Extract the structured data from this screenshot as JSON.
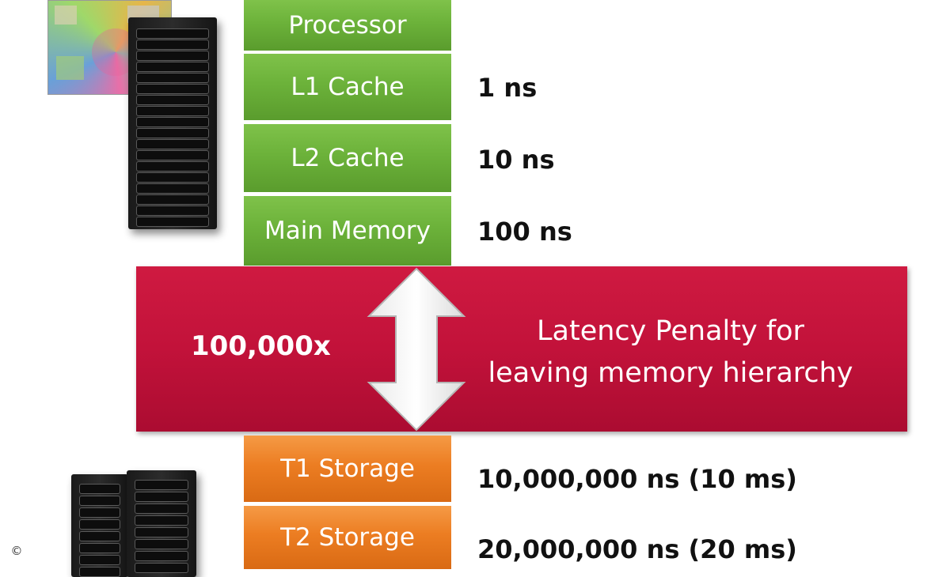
{
  "tiers_upper": [
    {
      "label": "Processor",
      "latency": ""
    },
    {
      "label": "L1 Cache",
      "latency": "1 ns"
    },
    {
      "label": "L2 Cache",
      "latency": "10 ns"
    },
    {
      "label": "Main Memory",
      "latency": "100 ns"
    }
  ],
  "penalty": {
    "multiplier": "100,000x",
    "line1": "Latency Penalty for",
    "line2": "leaving memory hierarchy"
  },
  "tiers_lower": [
    {
      "label": "T1 Storage",
      "latency": "10,000,000 ns (10 ms)"
    },
    {
      "label": "T2 Storage",
      "latency": "20,000,000 ns (20 ms)"
    }
  ],
  "copyright_symbol": "©",
  "colors": {
    "memory_tier": "#6cb23a",
    "storage_tier": "#ec7d22",
    "penalty_band": "#c2123a",
    "text": "#111111"
  },
  "icons": [
    "chip-die-image",
    "server-rack-icon",
    "storage-rack-icon",
    "double-arrow-icon"
  ]
}
